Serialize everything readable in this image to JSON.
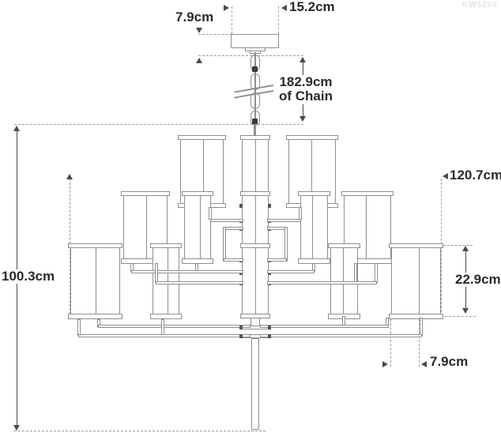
{
  "watermark": "KW5202",
  "labels": {
    "canopy_height": "7.9cm",
    "canopy_width": "15.2cm",
    "chain_length_line1": "182.9cm",
    "chain_length_line2": "of Chain",
    "fixture_height": "100.3cm",
    "fixture_width": "120.7cm",
    "shade_height": "22.9cm",
    "shade_diameter": "7.9cm"
  },
  "colors": {
    "line": "#8e8e8e",
    "dash": "#9a9a9a",
    "dimension": "#4a4a4a",
    "text": "#2a2a2a",
    "watermark": "#e3e3e3",
    "background": "#ffffff"
  },
  "diagram": {
    "type": "product-dimension-line-drawing",
    "subject": "three-tier chandelier with cylindrical shades, hanging chain and ceiling canopy"
  }
}
